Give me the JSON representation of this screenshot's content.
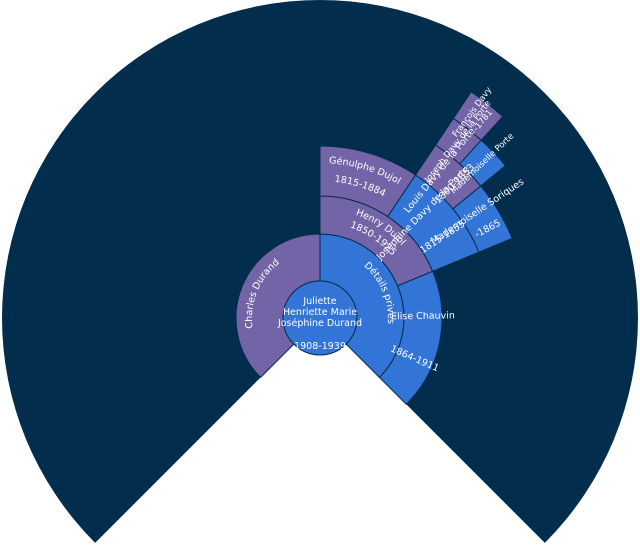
{
  "colors": {
    "background_fan": "#032d4d",
    "male": "#7363a7",
    "female": "#3375d6",
    "text": "#ffffff",
    "divider": "#032d4d"
  },
  "root": {
    "name_lines": [
      "Juliette",
      "Henriette Marie",
      "Joséphine Durand"
    ],
    "years": "1908-1939"
  },
  "gen1": {
    "father": {
      "name": "Charles Durand",
      "years": ""
    },
    "mother": {
      "name": "Détails privés",
      "years": ""
    }
  },
  "gen2": {
    "mf": {
      "name": "Henry Dujol",
      "years": "1850-1925"
    },
    "mm": {
      "name": "Elise Chauvin",
      "years": "1864-1911"
    }
  },
  "gen3": {
    "mff": {
      "name": "Génulphe Dujol",
      "years": "1815-1884"
    },
    "mfm": {
      "name": "Joséphine Davy de la Porte",
      "years": "1815-1855"
    }
  },
  "gen4": {
    "mfmf": {
      "name": "Louis Davy de la Porte",
      "years": "1800-1853"
    },
    "mfmm": {
      "name": "Mademoiselle Soriques",
      "years": "-1865"
    }
  },
  "gen5": {
    "mfmff": {
      "name": "Joseph Davy de la Porte",
      "years": ""
    },
    "mfmfm": {
      "name": "Mademoiselle Porte",
      "years": ""
    }
  },
  "gen6": {
    "mfmfff": {
      "name": "François Davy",
      "years": "-1781"
    }
  }
}
